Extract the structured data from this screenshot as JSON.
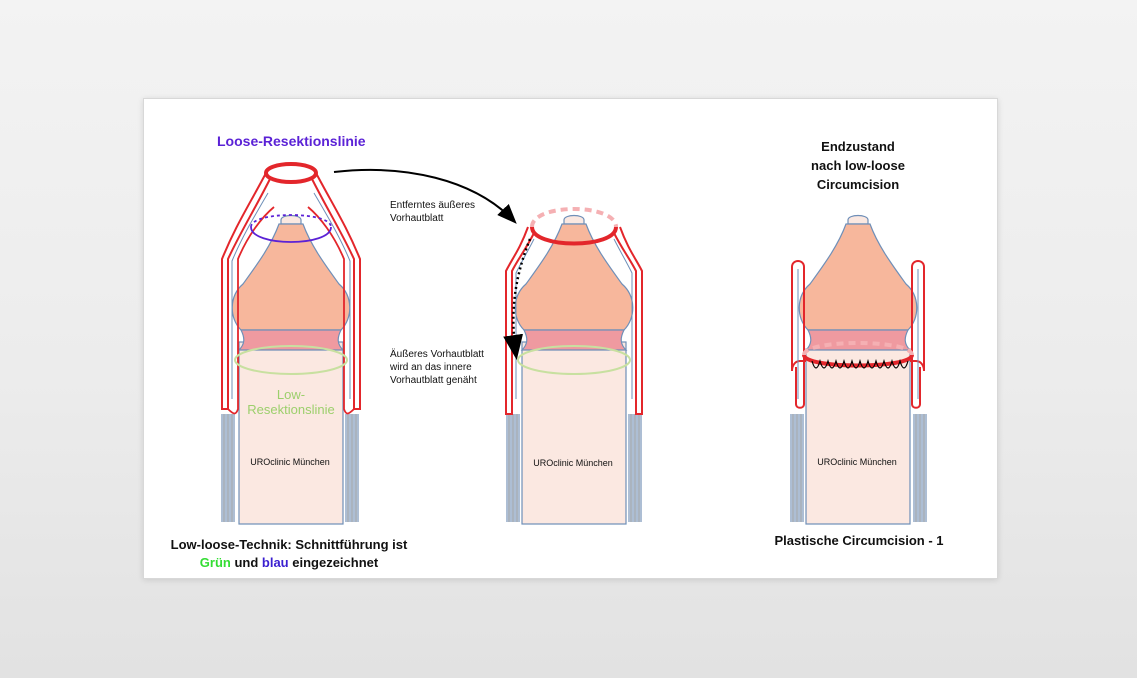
{
  "labels": {
    "loose_line": "Loose-Resektionslinie",
    "low_line": "Low-\nResektionslinie",
    "watermark": "UROclinic München",
    "removed_outer": "Entferntes äußeres\nVorhautblatt",
    "sutured": "Äußeres Vorhautblatt\nwird an das innere\nVorhautblatt genäht",
    "end_state": "Endzustand\nnach low-loose\nCircumcision",
    "caption_left_line1": "Low-loose-Technik: Schnittführung ist",
    "caption_left_green": "Grün",
    "caption_left_und": " und ",
    "caption_left_blue": "blau",
    "caption_left_rest": " eingezeichnet",
    "caption_right": "Plastische Circumcision - 1"
  },
  "colors": {
    "red": "#e3262b",
    "blue_outline": "#6f8fb8",
    "glans": "#f7b79c",
    "corona": "#ef9aa0",
    "shaft": "#fbe8e1",
    "green": "#c8e0a0",
    "purple": "#5b22d6",
    "text_green": "#33dd33",
    "text_blue": "#3a1fd0",
    "low_green_text": "#9ccf6c",
    "dark_navy": "#2c4360"
  }
}
